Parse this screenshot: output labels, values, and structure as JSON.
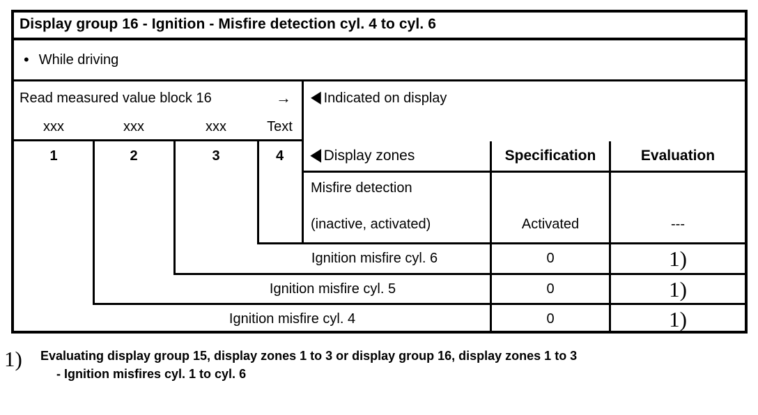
{
  "table": {
    "title": "Display group 16 - Ignition - Misfire detection cyl. 4 to cyl. 6",
    "condition": {
      "bullet": "•",
      "text": "While driving"
    },
    "read_block": {
      "label": "Read measured value block 16",
      "arrow": "→"
    },
    "field_types": [
      "xxx",
      "xxx",
      "xxx",
      "Text"
    ],
    "zone_numbers": [
      "1",
      "2",
      "3",
      "4"
    ],
    "indicated_on_display": {
      "marker": "◀",
      "label": "Indicated on display"
    },
    "headers": {
      "display_zones_marker": "◀",
      "display_zones": "Display zones",
      "specification": "Specification",
      "evaluation": "Evaluation"
    },
    "rows": [
      {
        "zone": "4",
        "description_line1": "Misfire detection",
        "description_line2": "(inactive, activated)",
        "specification": "Activated",
        "evaluation": "---"
      },
      {
        "zone": "3",
        "description": "Ignition misfire cyl. 6",
        "specification": "0",
        "evaluation": "1)"
      },
      {
        "zone": "2",
        "description": "Ignition misfire cyl. 5",
        "specification": "0",
        "evaluation": "1)"
      },
      {
        "zone": "1",
        "description": "Ignition misfire cyl. 4",
        "specification": "0",
        "evaluation": "1)"
      }
    ]
  },
  "footnote": {
    "marker": "1)",
    "line1": "Evaluating display group 15, display zones 1 to 3 or display group 16, display zones 1 to 3",
    "line2": "- Ignition misfires cyl. 1 to cyl. 6"
  },
  "colors": {
    "ink": "#000000",
    "paper": "#ffffff"
  }
}
